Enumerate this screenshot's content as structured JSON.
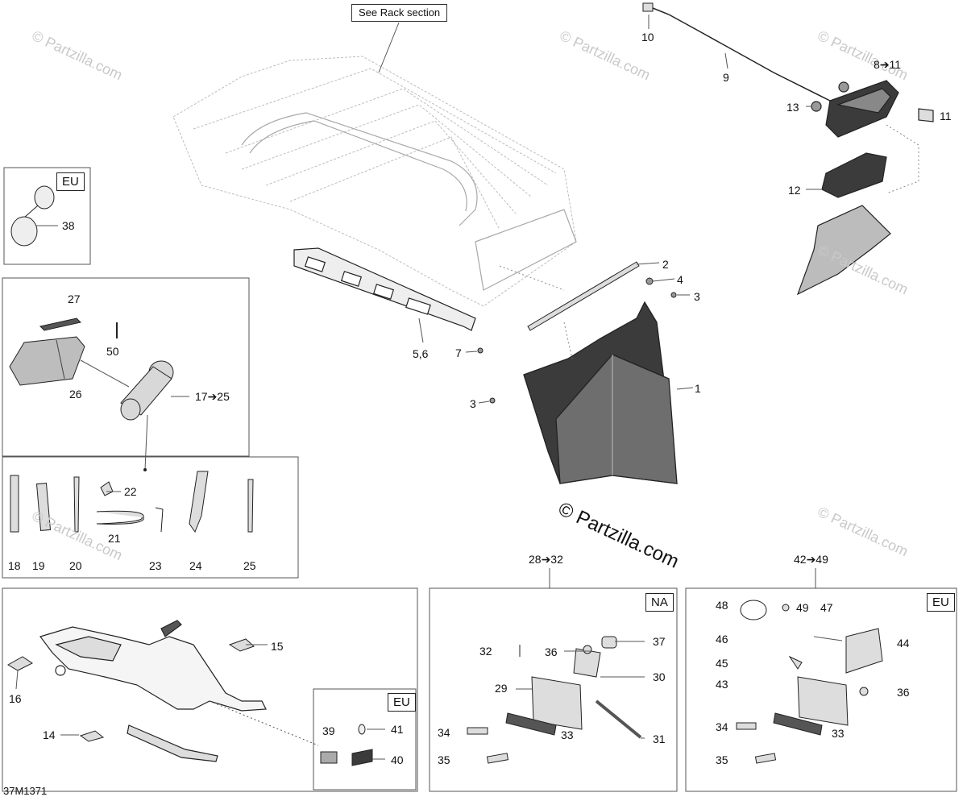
{
  "note_rack": "See Rack section",
  "drawing_code": "37M1371",
  "watermark": "© Partzilla.com",
  "watermark_small": "© Partzilla.com",
  "region_tags": {
    "eu": "EU",
    "na": "NA"
  },
  "labels": {
    "l1": "1",
    "l2": "2",
    "l3a": "3",
    "l3b": "3",
    "l4": "4",
    "l56": "5,6",
    "l7": "7",
    "l811": "8➔11",
    "l9": "9",
    "l10": "10",
    "l11": "11",
    "l12": "12",
    "l13": "13",
    "l14": "14",
    "l15": "15",
    "l16": "16",
    "l1725": "17➔25",
    "l18": "18",
    "l19": "19",
    "l20": "20",
    "l21": "21",
    "l22": "22",
    "l23": "23",
    "l24": "24",
    "l25": "25",
    "l26": "26",
    "l27": "27",
    "l2832": "28➔32",
    "l29": "29",
    "l30": "30",
    "l31": "31",
    "l32": "32",
    "l33a": "33",
    "l33b": "33",
    "l34a": "34",
    "l34b": "34",
    "l35a": "35",
    "l35b": "35",
    "l36a": "36",
    "l36b": "36",
    "l37": "37",
    "l38": "38",
    "l39": "39",
    "l40": "40",
    "l41": "41",
    "l4249": "42➔49",
    "l43": "43",
    "l44": "44",
    "l45": "45",
    "l46": "46",
    "l47": "47",
    "l48": "48",
    "l49": "49",
    "l50": "50"
  }
}
